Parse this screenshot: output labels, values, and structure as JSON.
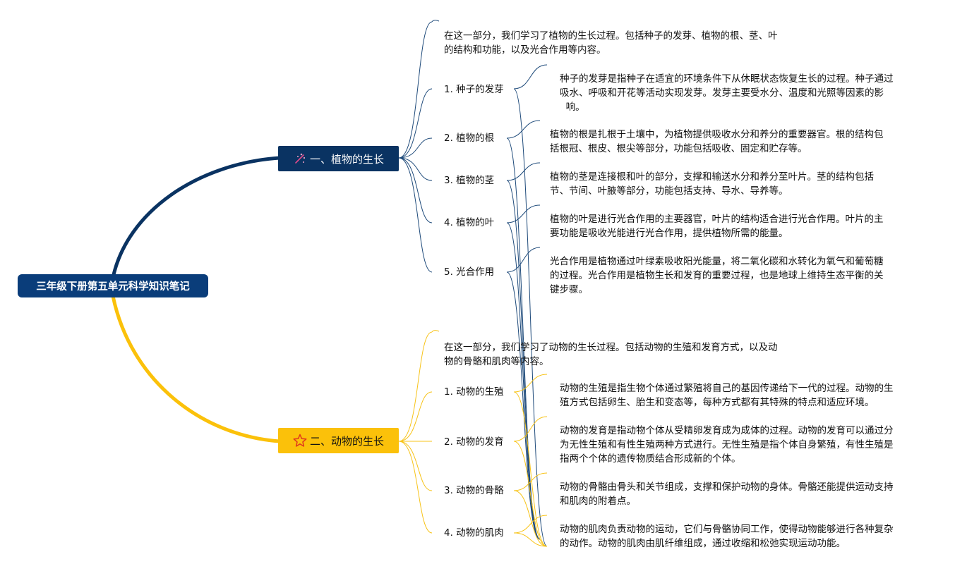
{
  "root": {
    "title": "三年级下册第五单元科学知识笔记"
  },
  "colors": {
    "root_bg": "#0a3d7a",
    "plant_branch": "#0a3362",
    "animal_branch": "#fbc10a",
    "plant_link": "#1e4a7a",
    "animal_link": "#f7c318"
  },
  "plants": {
    "title": "一、植物的生长",
    "icon": "sparkle-icon",
    "intro": [
      "在这一部分，我们学习了植物的生长过程。包括种子的发芽、植物的根、茎、叶",
      "的结构和功能，以及光合作用等内容。"
    ],
    "items": [
      {
        "label": "1. 种子的发芽",
        "desc": [
          "种子的发芽是指种子在适宜的环境条件下从休眠状态恢复生长的过程。种子通过",
          "吸水、呼吸和开花等活动实现发芽。发芽主要受水分、温度和光照等因素的影",
          "响。"
        ]
      },
      {
        "label": "2. 植物的根",
        "desc": [
          "植物的根是扎根于土壤中，为植物提供吸收水分和养分的重要器官。根的结构包",
          "括根冠、根皮、根尖等部分，功能包括吸收、固定和贮存等。"
        ]
      },
      {
        "label": "3. 植物的茎",
        "desc": [
          "植物的茎是连接根和叶的部分，支撑和输送水分和养分至叶片。茎的结构包括",
          "节、节间、叶腋等部分，功能包括支持、导水、导养等。"
        ]
      },
      {
        "label": "4. 植物的叶",
        "desc": [
          "植物的叶是进行光合作用的主要器官，叶片的结构适合进行光合作用。叶片的主",
          "要功能是吸收光能进行光合作用，提供植物所需的能量。"
        ]
      },
      {
        "label": "5. 光合作用",
        "desc": [
          "光合作用是植物通过叶绿素吸收阳光能量，将二氧化碳和水转化为氧气和葡萄糖",
          "的过程。光合作用是植物生长和发育的重要过程，也是地球上维持生态平衡的关",
          "键步骤。"
        ]
      }
    ]
  },
  "animals": {
    "title": "二、动物的生长",
    "icon": "star-icon",
    "intro": [
      "在这一部分，我们学习了动物的生长过程。包括动物的生殖和发育方式，以及动",
      "物的骨骼和肌肉等内容。"
    ],
    "items": [
      {
        "label": "1. 动物的生殖",
        "desc": [
          "动物的生殖是指生物个体通过繁殖将自己的基因传递给下一代的过程。动物的生",
          "殖方式包括卵生、胎生和变态等，每种方式都有其特殊的特点和适应环境。"
        ]
      },
      {
        "label": "2. 动物的发育",
        "desc": [
          "动物的发育是指动物个体从受精卵发育成为成体的过程。动物的发育可以通过分",
          "为无性生殖和有性生殖两种方式进行。无性生殖是指个体自身繁殖，有性生殖是",
          "指两个个体的遗传物质结合形成新的个体。"
        ]
      },
      {
        "label": "3. 动物的骨骼",
        "desc": [
          "动物的骨骼由骨头和关节组成，支撑和保护动物的身体。骨骼还能提供运动支持",
          "和肌肉的附着点。"
        ]
      },
      {
        "label": "4. 动物的肌肉",
        "desc": [
          "动物的肌肉负责动物的运动，它们与骨骼协同工作，使得动物能够进行各种复杂",
          "的动作。动物的肌肉由肌纤维组成，通过收缩和松弛实现运动功能。"
        ]
      }
    ]
  }
}
